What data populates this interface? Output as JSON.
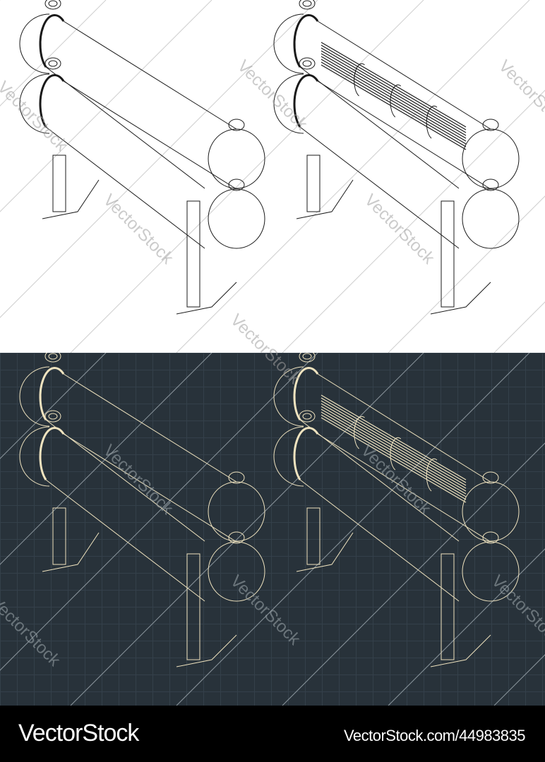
{
  "image": {
    "description": "Isometric technical drawings of a shell-and-tube heat exchanger, four variants",
    "panels": [
      {
        "id": "top",
        "theme": "light",
        "background": "#ffffff",
        "line_color": "#1a1a1a",
        "drawings": [
          "heat-exchanger-assembled",
          "heat-exchanger-tube-bundle-exposed"
        ]
      },
      {
        "id": "bottom",
        "theme": "blueprint",
        "background": "#28323a",
        "line_color": "#efe3bf",
        "drawings": [
          "heat-exchanger-assembled",
          "heat-exchanger-tube-bundle-exposed"
        ]
      }
    ]
  },
  "watermark": {
    "text": "VectorStock"
  },
  "footer": {
    "brand": "VectorStock",
    "url": "VectorStock.com/44983835",
    "background": "#000000",
    "text_color": "#ffffff"
  }
}
